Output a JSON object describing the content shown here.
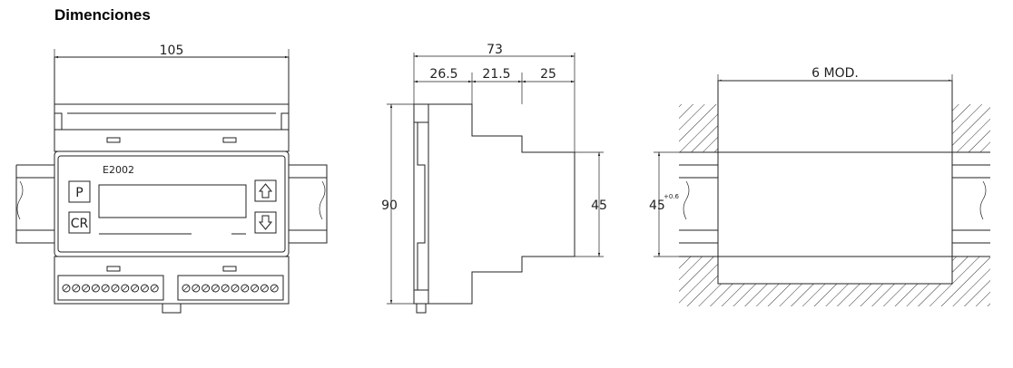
{
  "heading": "Dimenciones",
  "front": {
    "width_dim": "105",
    "model_label": "E2002",
    "btn_p": "P",
    "btn_cr": "CR"
  },
  "side": {
    "total_dim": "73",
    "seg1": "26.5",
    "seg2": "21.5",
    "seg3": "25",
    "height_dim": "90",
    "front_height_dim": "45"
  },
  "mount": {
    "modules_dim": "6 MOD.",
    "height_dim": "45",
    "tolerance": "+0.6"
  },
  "icons": {
    "up": "arrow-up-icon",
    "down": "arrow-down-icon"
  }
}
